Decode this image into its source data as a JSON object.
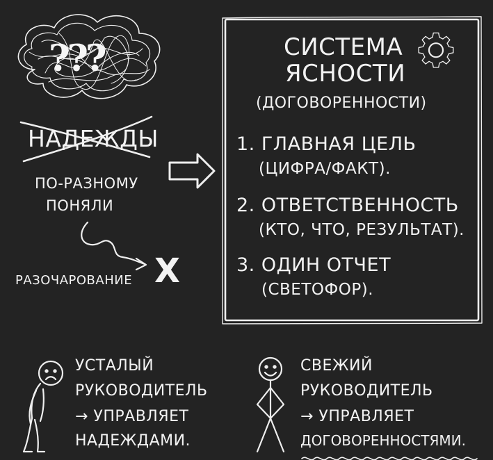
{
  "left": {
    "cloud_marks": "???",
    "hopes_word": "НАДЕЖДЫ",
    "misunderstood": [
      "ПО-РАЗНОМУ",
      "ПОНЯЛИ"
    ],
    "disappointment": "РАЗОЧАРОВАНИЕ",
    "x_mark": "X"
  },
  "system": {
    "title_line1": "СИСТЕМА",
    "title_line2": "ЯСНОСТИ",
    "subtitle": "(ДОГОВОРЕННОСТИ)",
    "items": [
      {
        "line1": "1. ГЛАВНАЯ ЦЕЛЬ",
        "line2": "(ЦИФРА/ФАКТ)."
      },
      {
        "line1": "2. ОТВЕТСТВЕННОСТЬ",
        "line2": "(КТО, ЧТО, РЕЗУЛЬТАТ)."
      },
      {
        "line1": "3. ОДИН ОТЧЕТ",
        "line2": "(СВЕТОФОР)."
      }
    ]
  },
  "bottom": {
    "tired": [
      "УСТАЛЫЙ",
      "РУКОВОДИТЕЛЬ",
      "→ УПРАВЛЯЕТ",
      "НАДЕЖДАМИ."
    ],
    "fresh": [
      "СВЕЖИЙ",
      "РУКОВОДИТЕЛЬ",
      "→ УПРАВЛЯЕТ",
      "ДОГОВОРЕННОСТЯМИ."
    ]
  },
  "icons": [
    "scribble-cloud-icon",
    "gear-icon",
    "right-arrow-icon",
    "squiggle-arrow-icon",
    "sad-face-icon",
    "smiley-face-icon"
  ]
}
